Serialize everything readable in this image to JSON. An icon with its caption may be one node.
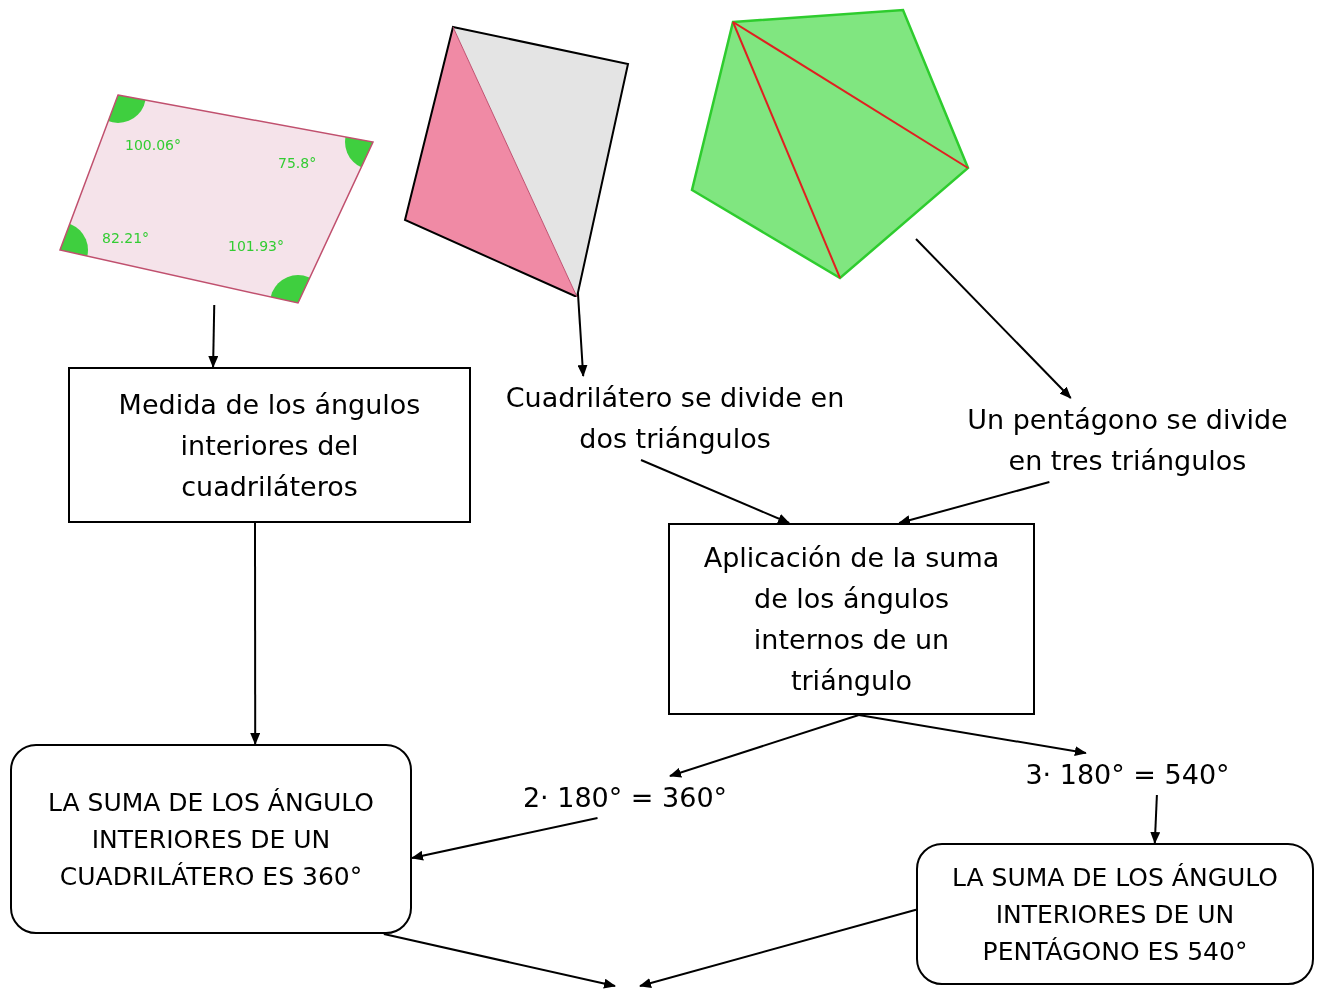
{
  "diagram": {
    "nodes": [
      {
        "text": [
          "100.06°",
          "75.8°",
          "82.21°",
          "101.93°"
        ]
      },
      {
        "text": [],
        "shape": "picture"
      },
      {
        "text": [],
        "shape": "picture"
      },
      {
        "text": [
          "Medida de los ángulos interiores del cuadriláteros"
        ]
      },
      {
        "text": [
          "Cuadrilátero se divide en dos triángulos"
        ]
      },
      {
        "text": [
          "Un pentágono se divide en tres triángulos"
        ]
      },
      {
        "text": [
          "Aplicación de la suma de los ángulos internos de un triángulo"
        ]
      },
      {
        "text": [
          "LA SUMA DE LOS ÁNGULO INTERIORES DE UN CUADRILÁTERO ES 360°"
        ]
      },
      {
        "text": [
          "2· 180° = 360°"
        ]
      },
      {
        "text": [
          "3· 180° = 540°"
        ]
      },
      {
        "text": [
          "LA SUMA DE LOS ÁNGULO INTERIORES DE UN PENTÁGONO ES 540°"
        ]
      }
    ],
    "edges": [
      {
        "from": 0,
        "to": 3,
        "arrow": "to"
      },
      {
        "from": 1,
        "to": 4,
        "arrow": "to"
      },
      {
        "from": 2,
        "to": 5,
        "arrow": "to"
      },
      {
        "from": 4,
        "to": 6,
        "arrow": "to"
      },
      {
        "from": 5,
        "to": 6,
        "arrow": "to"
      },
      {
        "from": 3,
        "to": 7,
        "arrow": "to"
      },
      {
        "from": 6,
        "to": 8,
        "arrow": "to"
      },
      {
        "from": 6,
        "to": 9,
        "arrow": "to"
      },
      {
        "from": 8,
        "to": 7,
        "arrow": "to"
      },
      {
        "from": 9,
        "to": 10,
        "arrow": "to"
      },
      {
        "from": 7,
        "to": null,
        "arrow": "to"
      },
      {
        "from": 10,
        "to": null,
        "arrow": "to"
      }
    ]
  }
}
